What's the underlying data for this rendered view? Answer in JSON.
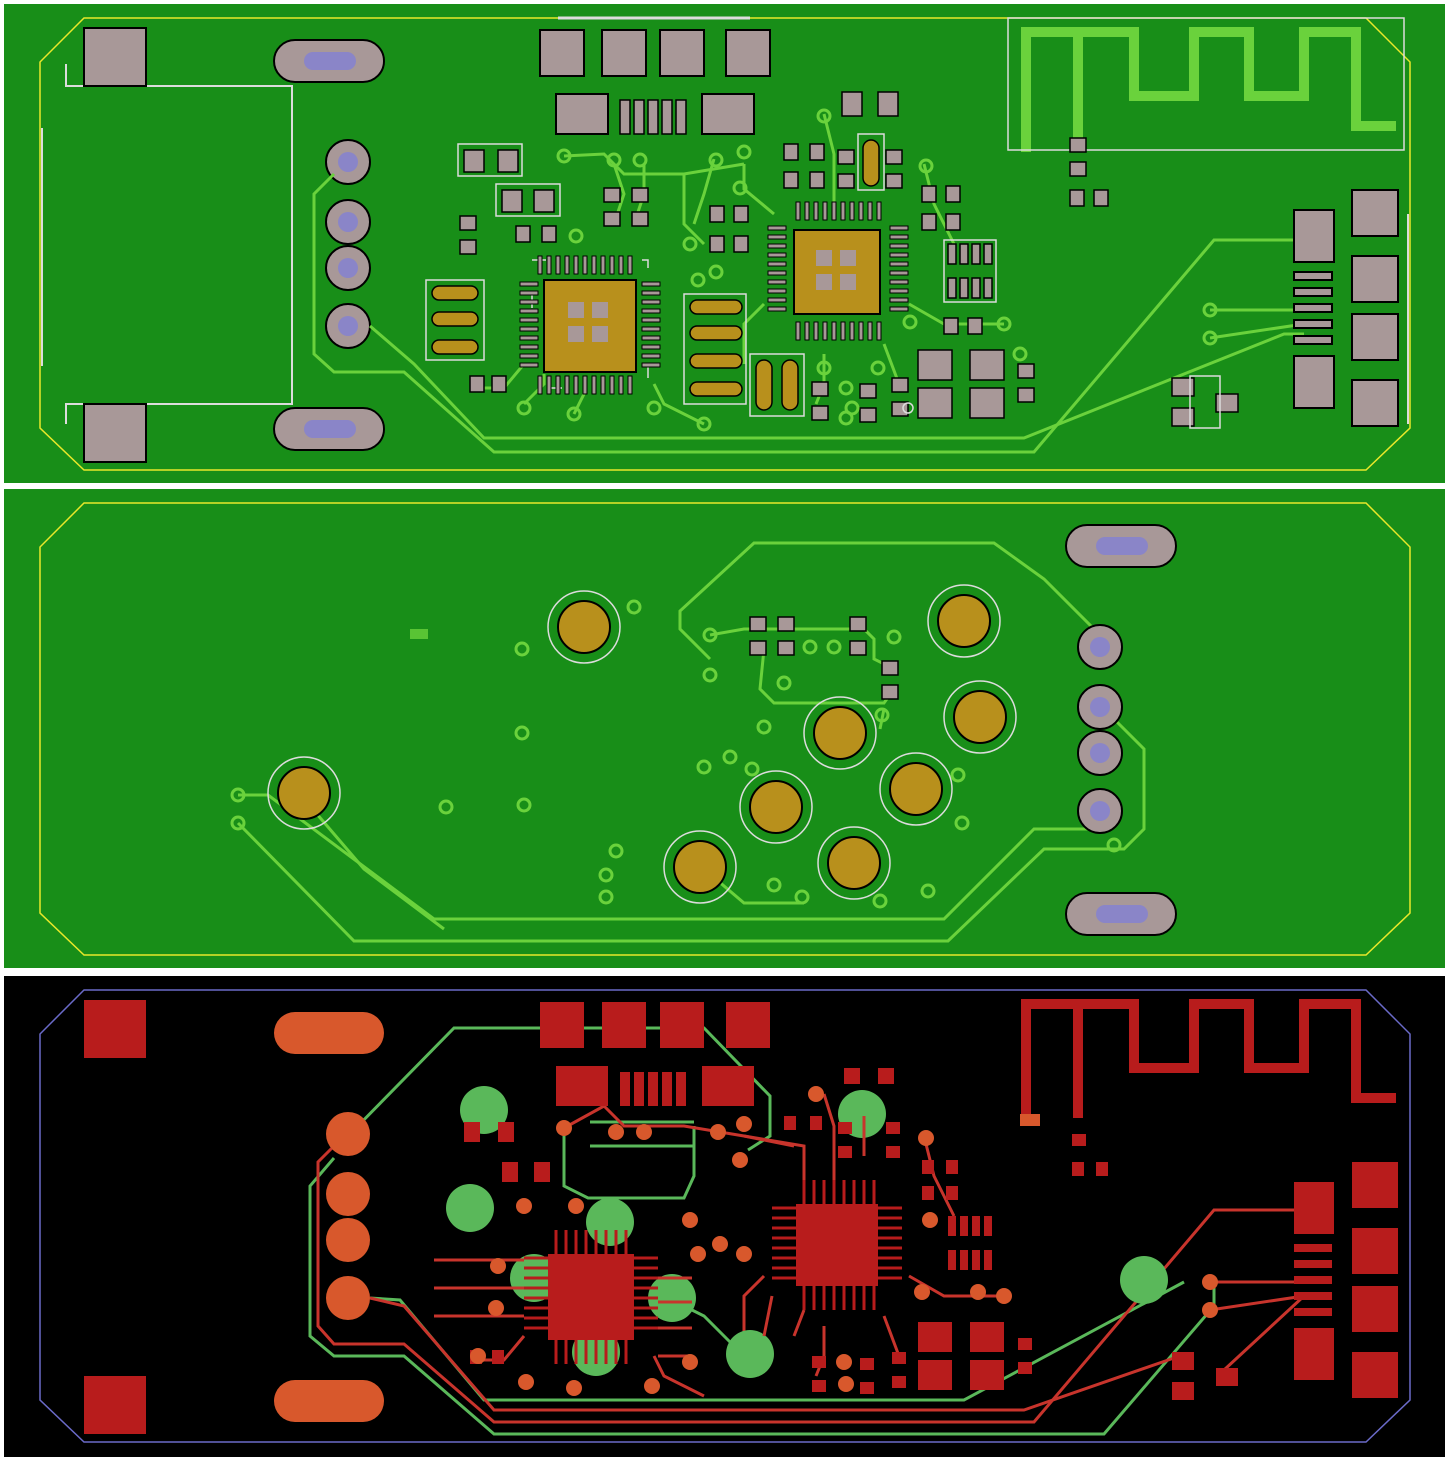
{
  "views": [
    {
      "id": "top",
      "label": "",
      "background": "#188e18"
    },
    {
      "id": "bottom",
      "label": "",
      "background": "#188e18"
    },
    {
      "id": "composite",
      "label": "",
      "background": "#000000"
    }
  ],
  "colors": {
    "board_green": "#188e18",
    "trace_green": "#6ad23c",
    "silkscreen": "#dcdcdc",
    "outline_yellow": "#e8e82a",
    "pad_gray": "#a89898",
    "pad_gold": "#b8901c",
    "via_blue": "#8a85c8",
    "copper_red": "#b81c1c",
    "copper_orange": "#d8582c",
    "inner_green": "#5ab85a",
    "outline_blue": "#6a6ac8",
    "antenna_green": "#6ad23c"
  },
  "icons": [
    "usb-connector-icon",
    "qfn-chip-icon",
    "antenna-icon"
  ]
}
